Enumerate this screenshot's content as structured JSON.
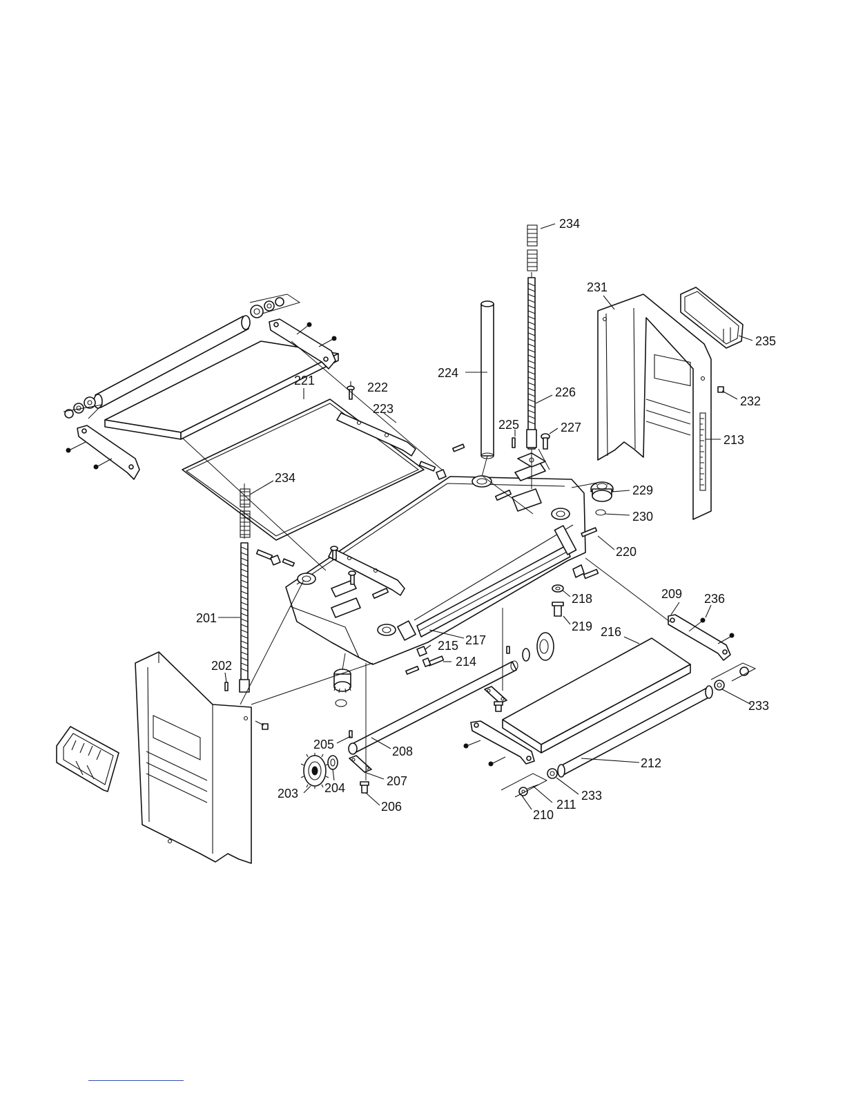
{
  "labels": {
    "l201": "201",
    "l202": "202",
    "l203": "203",
    "l204": "204",
    "l205": "205",
    "l206": "206",
    "l207": "207",
    "l208": "208",
    "l209": "209",
    "l210": "210",
    "l211": "211",
    "l212": "212",
    "l213": "213",
    "l214": "214",
    "l215": "215",
    "l216": "216",
    "l217": "217",
    "l218": "218",
    "l219": "219",
    "l220": "220",
    "l221": "221",
    "l222": "222",
    "l223": "223",
    "l224": "224",
    "l225": "225",
    "l226": "226",
    "l227": "227",
    "l229": "229",
    "l230": "230",
    "l231": "231",
    "l232": "232",
    "l233a": "233",
    "l233b": "233",
    "l234a": "234",
    "l234b": "234",
    "l235": "235",
    "l236": "236"
  }
}
